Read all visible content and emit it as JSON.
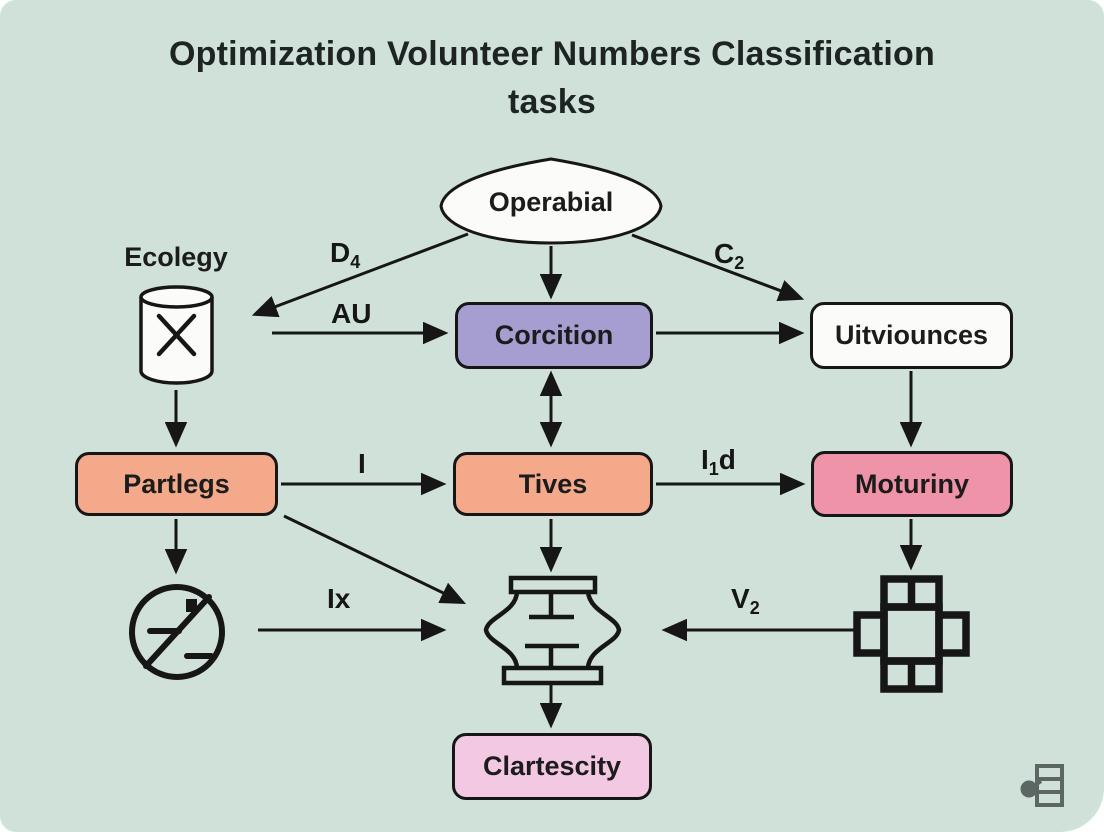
{
  "page": {
    "title": "Optimization Volunteer Numbers Classification tasks",
    "background_color": "#cfe1d9",
    "line_color": "#161616"
  },
  "colors": {
    "purple_node": "#a69dd1",
    "orange_node": "#f3a98a",
    "pink_node": "#ef94a8",
    "light_pink_node": "#f2c8e3",
    "white_node": "#fbfcfa",
    "watermark_gray": "#5c6663"
  },
  "nodes": {
    "operabial": {
      "label": "Operabial",
      "shape": "pointed-ellipse",
      "fill": "#fbfcfa"
    },
    "ecology": {
      "label": "Ecolegy",
      "shape": "database-cylinder-with-x"
    },
    "corcition": {
      "label": "Corcition",
      "shape": "rounded-rect",
      "fill": "#a69dd1"
    },
    "uitviounces": {
      "label": "Uitviounces",
      "shape": "rounded-rect",
      "fill": "#fbfcfa"
    },
    "partlegs": {
      "label": "Partlegs",
      "shape": "rounded-rect",
      "fill": "#f3a98a"
    },
    "tives": {
      "label": "Tives",
      "shape": "rounded-rect",
      "fill": "#f3a98a"
    },
    "moturiny": {
      "label": "Moturiny",
      "shape": "rounded-rect",
      "fill": "#ef94a8"
    },
    "clartescity": {
      "label": "Clartescity",
      "shape": "rounded-rect",
      "fill": "#f2c8e3"
    },
    "slash_circle": {
      "icon": "no-entry-circle-icon"
    },
    "transformer": {
      "icon": "vase-transformer-icon"
    },
    "plus_grid": {
      "icon": "plus-grid-icon"
    }
  },
  "edge_labels": {
    "d4": {
      "base": "D",
      "sub": "4",
      "suffix": ""
    },
    "au": {
      "base": "AU",
      "sub": "",
      "suffix": ""
    },
    "c2": {
      "base": "C",
      "sub": "2",
      "suffix": ""
    },
    "i": {
      "base": "I",
      "sub": "",
      "suffix": ""
    },
    "i1d": {
      "base": "I",
      "sub": "1",
      "suffix": "d"
    },
    "ix": {
      "base": "Ix",
      "sub": "",
      "suffix": ""
    },
    "v2": {
      "base": "V",
      "sub": "2",
      "suffix": ""
    }
  },
  "edges": [
    {
      "from": "Operabial",
      "to": "Corcition",
      "label": ""
    },
    {
      "from": "Operabial",
      "to": "Ecolegy",
      "label": "D4"
    },
    {
      "from": "Operabial",
      "to": "Uitviounces",
      "label": "C2"
    },
    {
      "from": "Ecolegy",
      "to": "Corcition",
      "label": "AU"
    },
    {
      "from": "Corcition",
      "to": "Uitviounces",
      "label": ""
    },
    {
      "from": "Corcition",
      "to": "Tives",
      "label": "",
      "bidirectional": true
    },
    {
      "from": "Ecolegy",
      "to": "Partlegs",
      "label": ""
    },
    {
      "from": "Partlegs",
      "to": "Tives",
      "label": "I"
    },
    {
      "from": "Tives",
      "to": "Moturiny",
      "label": "I1d"
    },
    {
      "from": "Uitviounces",
      "to": "Moturiny",
      "label": ""
    },
    {
      "from": "Partlegs",
      "to": "slash-circle",
      "label": ""
    },
    {
      "from": "Partlegs",
      "to": "transformer",
      "label": ""
    },
    {
      "from": "slash-circle",
      "to": "transformer",
      "label": "Ix"
    },
    {
      "from": "Tives",
      "to": "transformer",
      "label": ""
    },
    {
      "from": "plus-grid",
      "to": "transformer",
      "label": "V2"
    },
    {
      "from": "Moturiny",
      "to": "plus-grid",
      "label": ""
    },
    {
      "from": "transformer",
      "to": "Clartescity",
      "label": ""
    }
  ]
}
